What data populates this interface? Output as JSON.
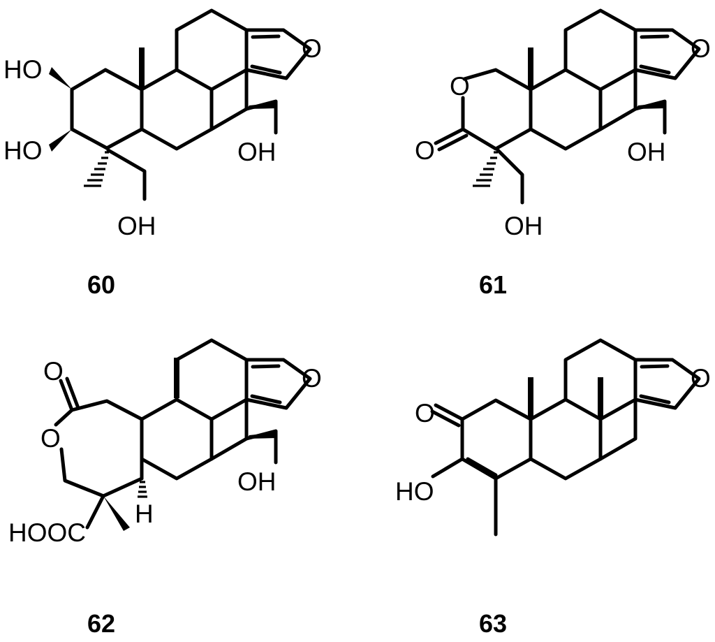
{
  "compounds": [
    {
      "id": "60",
      "labels": {
        "oh_2": "HO",
        "oh_3": "HO",
        "oh_19": "OH",
        "oh_20": "OH",
        "furan_o": "O"
      }
    },
    {
      "id": "61",
      "labels": {
        "ring_o": "O",
        "carbonyl_o": "O",
        "oh_19": "OH",
        "oh_20": "OH",
        "furan_o": "O"
      }
    },
    {
      "id": "62",
      "labels": {
        "carbonyl_o": "O",
        "ring_o": "O",
        "cooh": "HOOC",
        "h": "H",
        "oh_20": "OH",
        "furan_o": "O"
      }
    },
    {
      "id": "63",
      "labels": {
        "keto_o": "O",
        "oh_3": "HO",
        "furan_o": "O"
      }
    }
  ]
}
